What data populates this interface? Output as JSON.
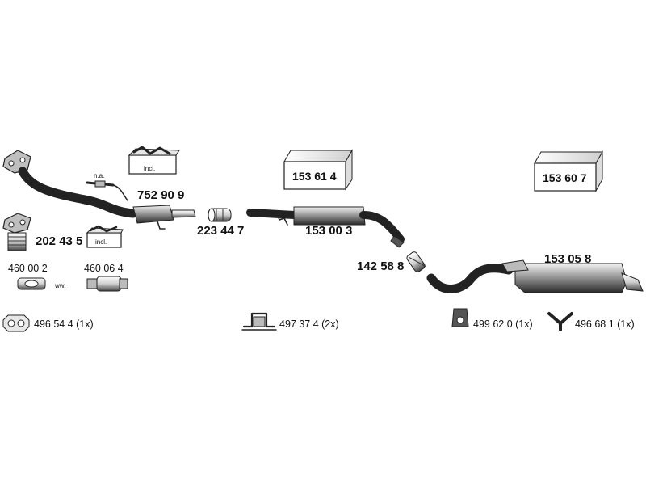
{
  "parts": {
    "front_pipe_cat": "752 90 9",
    "na_note": "n.a.",
    "incl_1": "incl.",
    "incl_2": "incl.",
    "clamp_front": "202 43 5",
    "gasket_a": "460 00 2",
    "ww": "ww.",
    "gasket_b": "460 06 4",
    "connector": "223 44 7",
    "box_center": "153 61 4",
    "middle_pipe": "153 00 3",
    "clamp_mid": "142 58 8",
    "box_right": "153 60 7",
    "rear_muffler": "153 05 8"
  },
  "footer": {
    "item1": "496 54 4 (1x)",
    "item2": "497 37 4 (2x)",
    "item3": "499 62 0 (1x)",
    "item4": "496 68 1 (1x)"
  }
}
